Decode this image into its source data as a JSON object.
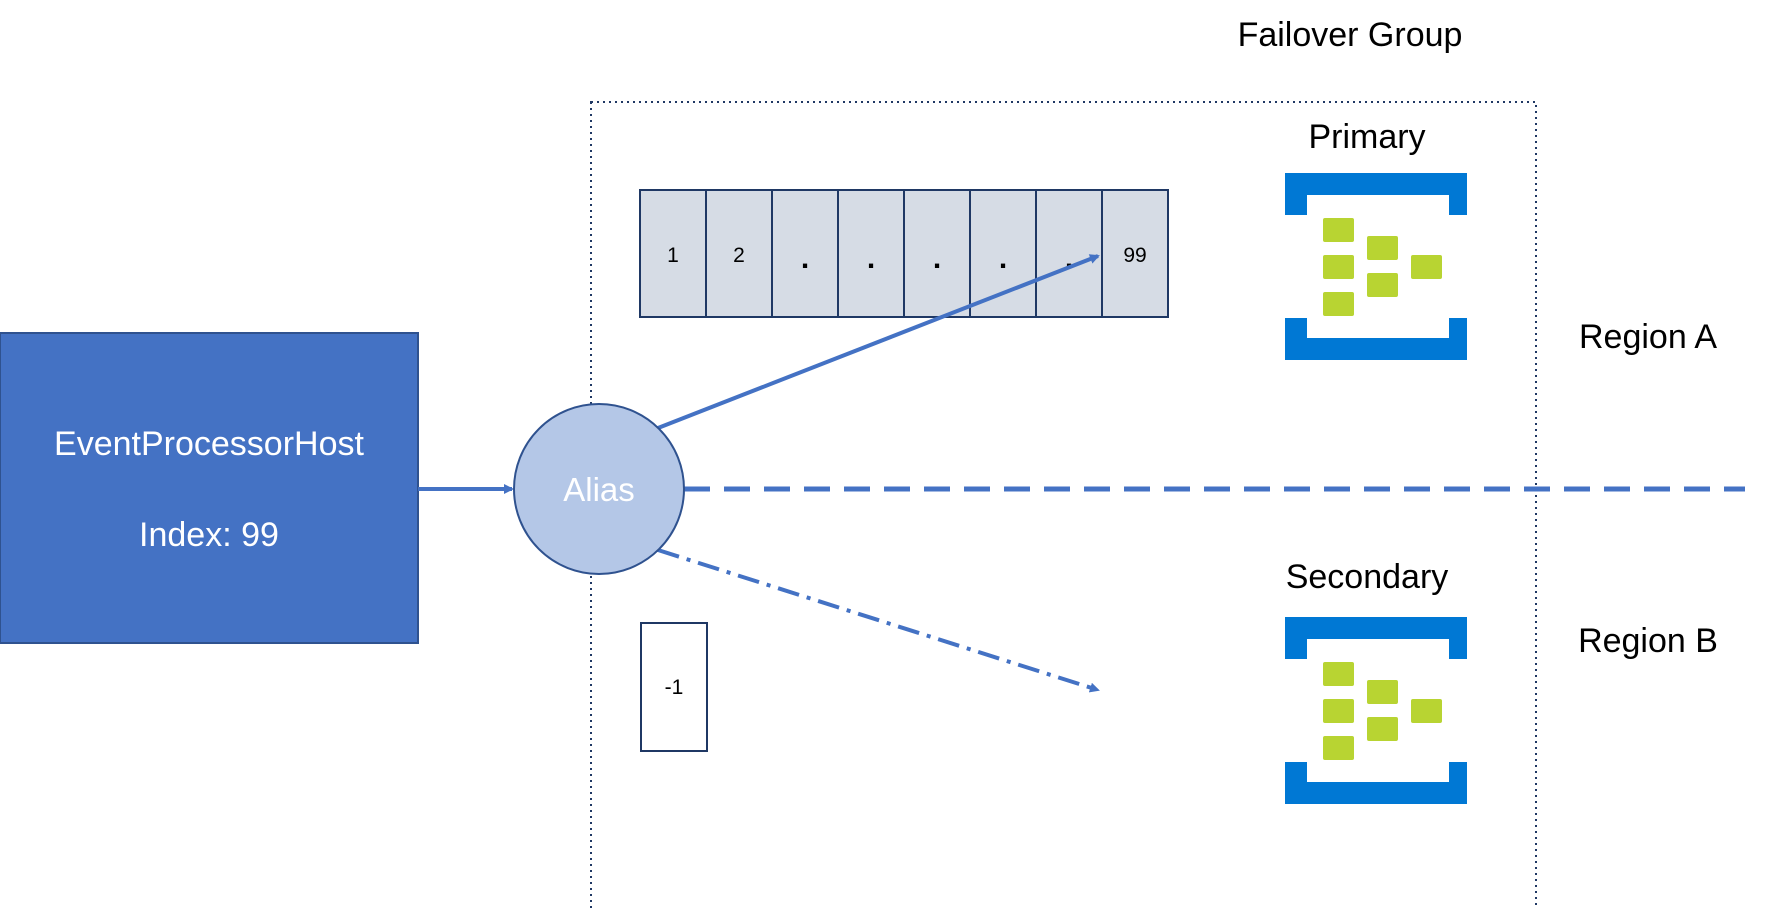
{
  "diagram": {
    "failover_group_label": "Failover Group",
    "primary_label": "Primary",
    "secondary_label": "Secondary",
    "region_a_label": "Region A",
    "region_b_label": "Region B",
    "host": {
      "name": "EventProcessorHost",
      "index_label": "Index: 99"
    },
    "alias_label": "Alias",
    "primary_offsets": [
      "1",
      "2",
      ".",
      ".",
      ".",
      ".",
      ".",
      "99"
    ],
    "secondary_offsets": [
      "-1"
    ],
    "icons": {
      "primary": "event-hubs-icon",
      "secondary": "event-hubs-icon"
    },
    "colors": {
      "host_fill": "#4472C4",
      "alias_fill": "#B4C7E7",
      "arrow": "#4472C4",
      "cell_fill": "#D6DCE5",
      "icon_blue": "#0078D4",
      "icon_green": "#B8D432"
    }
  }
}
